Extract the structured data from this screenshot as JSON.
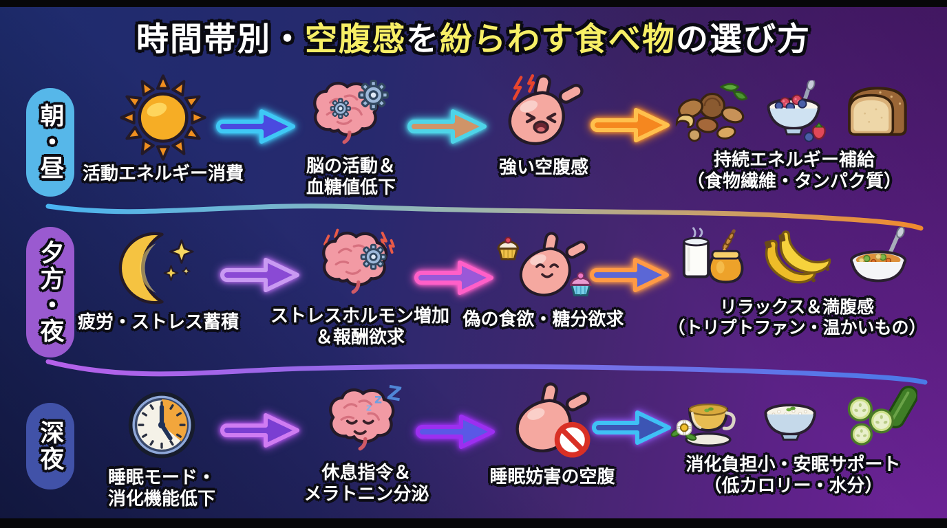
{
  "meta": {
    "language": "ja",
    "kind": "infographic-flowchart"
  },
  "title": {
    "segments": [
      {
        "text": "時間帯別・",
        "color": "white"
      },
      {
        "text": "空腹感",
        "color": "yellow"
      },
      {
        "text": "を",
        "color": "white"
      },
      {
        "text": "紛らわす食べ物",
        "color": "yellow"
      },
      {
        "text": "の選び方",
        "color": "white"
      }
    ]
  },
  "colors": {
    "title_highlight": "#f7ef66",
    "morning_pill": "#56b7e9",
    "evening_pill": "#9a5ad0",
    "midnight_pill": "#4152a8",
    "background_left": "#1e2c6e",
    "background_right": "#6f2399"
  },
  "rows": [
    {
      "period": "朝・昼",
      "stages": [
        {
          "icon": "sun-icon",
          "label": [
            "活動エネルギー消費"
          ]
        },
        {
          "icon": "brain-gears-icon",
          "label": [
            "脳の活動＆",
            "血糖値低下"
          ]
        },
        {
          "icon": "stomach-angry-icon",
          "label": [
            "強い空腹感"
          ]
        }
      ],
      "foods": {
        "icons": [
          "almond-nuts-icon",
          "yogurt-berries-icon",
          "bread-loaf-icon"
        ],
        "label": [
          "持続エネルギー補給",
          "（食物繊維・タンパク質）"
        ]
      }
    },
    {
      "period": "夕方・夜",
      "stages": [
        {
          "icon": "moon-stars-icon",
          "label": [
            "疲労・ストレス蓄積"
          ]
        },
        {
          "icon": "brain-stress-gear-icon",
          "label": [
            "ストレスホルモン増加",
            "＆報酬欲求"
          ]
        },
        {
          "icon": "stomach-craving-cupcake-icon",
          "label": [
            "偽の食欲・糖分欲求"
          ]
        }
      ],
      "foods": {
        "icons": [
          "hot-milk-honey-icon",
          "banana-icon",
          "vegetable-soup-icon"
        ],
        "label": [
          "リラックス＆満腹感",
          "（トリプトファン・温かいもの）"
        ]
      }
    },
    {
      "period": "深夜",
      "stages": [
        {
          "icon": "clock-icon",
          "label": [
            "睡眠モード・",
            "消化機能低下"
          ]
        },
        {
          "icon": "brain-sleeping-icon",
          "label": [
            "休息指令＆",
            "メラトニン分泌"
          ],
          "marks": [
            "Z",
            "z",
            "z"
          ]
        },
        {
          "icon": "stomach-blocked-icon",
          "label": [
            "睡眠妨害の空腹"
          ]
        }
      ],
      "foods": {
        "icons": [
          "chamomile-tea-icon",
          "rice-porridge-icon",
          "cucumber-icon"
        ],
        "label": [
          "消化負担小・安眠サポート",
          "（低カロリー・水分）"
        ]
      }
    }
  ]
}
